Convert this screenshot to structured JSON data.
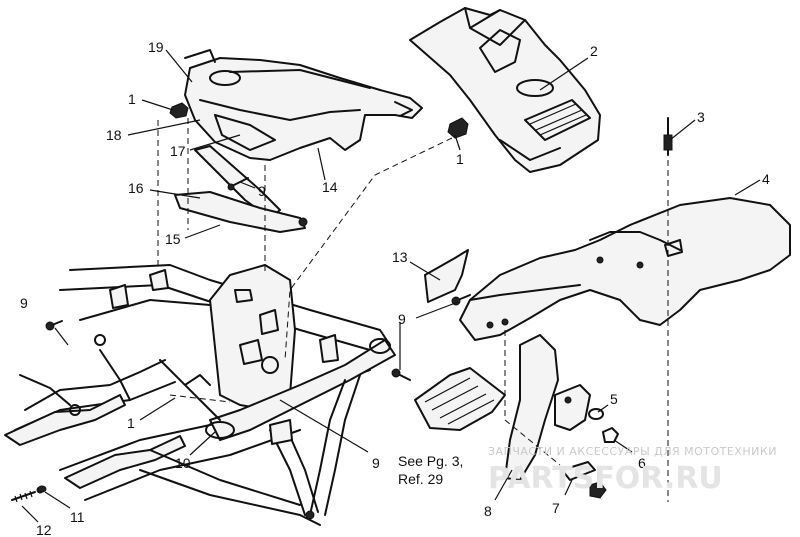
{
  "callouts": {
    "c19": "19",
    "c1a": "1",
    "c18": "18",
    "c17": "17",
    "c16": "16",
    "c9a": "9",
    "c15": "15",
    "c14": "14",
    "c2": "2",
    "c1b": "1",
    "c3": "3",
    "c4": "4",
    "c13": "13",
    "c9b": "9",
    "c9c": "9",
    "c1c": "1",
    "c10": "10",
    "c9d": "9",
    "c5": "5",
    "c6": "6",
    "c7": "7",
    "c8": "8",
    "c11": "11",
    "c12": "12"
  },
  "note": {
    "line1": "See Pg. 3,",
    "line2": "Ref. 29"
  },
  "watermark": {
    "tagline": "ЗАПЧАСТИ И АКСЕССУАРЫ ДЛЯ МОТОТЕХНИКИ",
    "brand": "PARTSFOR.RU"
  }
}
